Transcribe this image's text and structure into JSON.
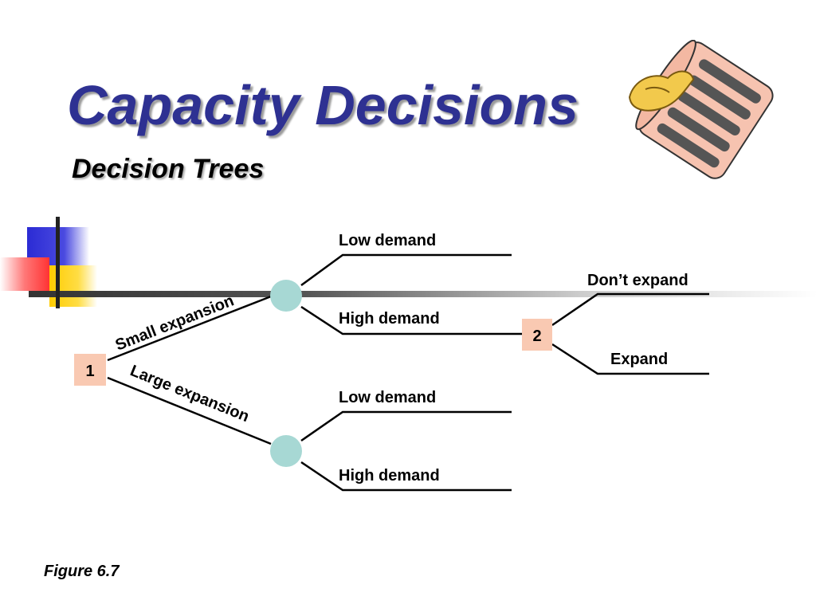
{
  "slide": {
    "title": "Capacity Decisions",
    "subtitle": "Decision Trees",
    "figure_caption": "Figure 6.7"
  },
  "tree": {
    "decision_node_1": "1",
    "decision_node_2": "2",
    "branches": {
      "small_expansion": "Small expansion",
      "large_expansion": "Large expansion",
      "small_low_demand": "Low demand",
      "small_high_demand": "High demand",
      "large_low_demand": "Low demand",
      "large_high_demand": "High demand",
      "dont_expand": "Don’t expand",
      "expand": "Expand"
    }
  },
  "colors": {
    "title": "#2e3192",
    "decision_node_fill": "#f9c9b2",
    "chance_node_fill": "#a7d8d4",
    "deco_blue": "#3333cc",
    "deco_yellow": "#ffcc00",
    "deco_red": "#ff3333"
  },
  "icons": {
    "clipart": "money-bag-and-bills-icon"
  }
}
